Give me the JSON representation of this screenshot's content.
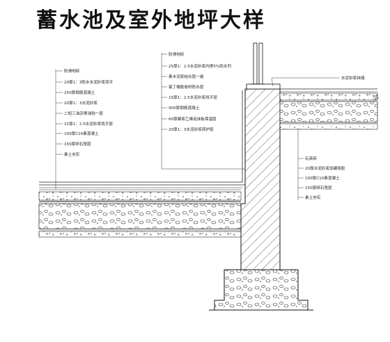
{
  "title": "蓄水池及室外地坪大样",
  "labels": {
    "left": [
      "防滑地砖",
      "20厚1：3防水水泥砂浆找平",
      "250厚钢筋混凝土",
      "20厚1：3水泥砂浆",
      "二短三油沥青油毡一层",
      "15厚1：2.5水泥砂浆找平层",
      "100厚C10素混凝土",
      "150厚碎石垫层",
      "素土夯实"
    ],
    "center": [
      "防滑地砖",
      "25厚1：2.5水泥砂浆内掺5%防水剂",
      "素水泥浆结合层一遍",
      "氯丁橡胶卷材防水层",
      "15厚1：2.5水泥砂浆找平层",
      "400厚钢筋混凝土",
      "60厚聚苯乙烯泡沫板保温层",
      "20厚1：3水泥砂浆保护层"
    ],
    "right_top": [
      "水泥砂浆抹缝"
    ],
    "right": [
      "石英砖",
      "20厚水泥砂浆加建筑胶",
      "100厚C10素混凝土",
      "150厚碎石垫层",
      "素土夯实"
    ]
  }
}
